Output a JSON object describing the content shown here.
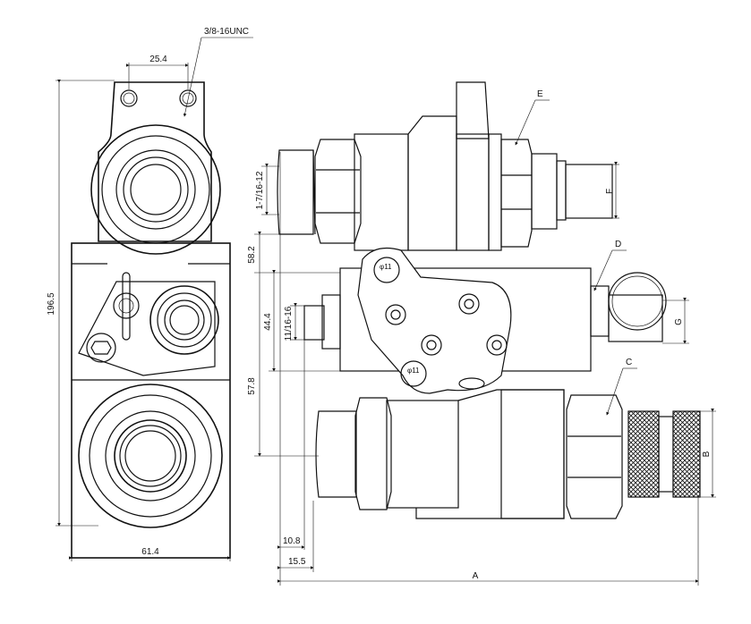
{
  "labels": {
    "thread_top": "3/8-16UNC",
    "dim_25_4": "25.4",
    "dim_196_5": "196.5",
    "dim_61_4": "61.4",
    "thread_1_7_16": "1-7/16-12",
    "dim_58_2": "58.2",
    "dim_44_4": "44.4",
    "thread_11_16": "11/16-16",
    "dim_57_8": "57.8",
    "dim_10_8": "10.8",
    "dim_15_5": "15.5",
    "dim_a": "A",
    "dim_b": "B",
    "dim_f": "F",
    "dim_g": "G",
    "callout_c": "C",
    "callout_d": "D",
    "callout_e": "E",
    "hole_dia_1": "φ11",
    "hole_dia_2": "φ11"
  }
}
